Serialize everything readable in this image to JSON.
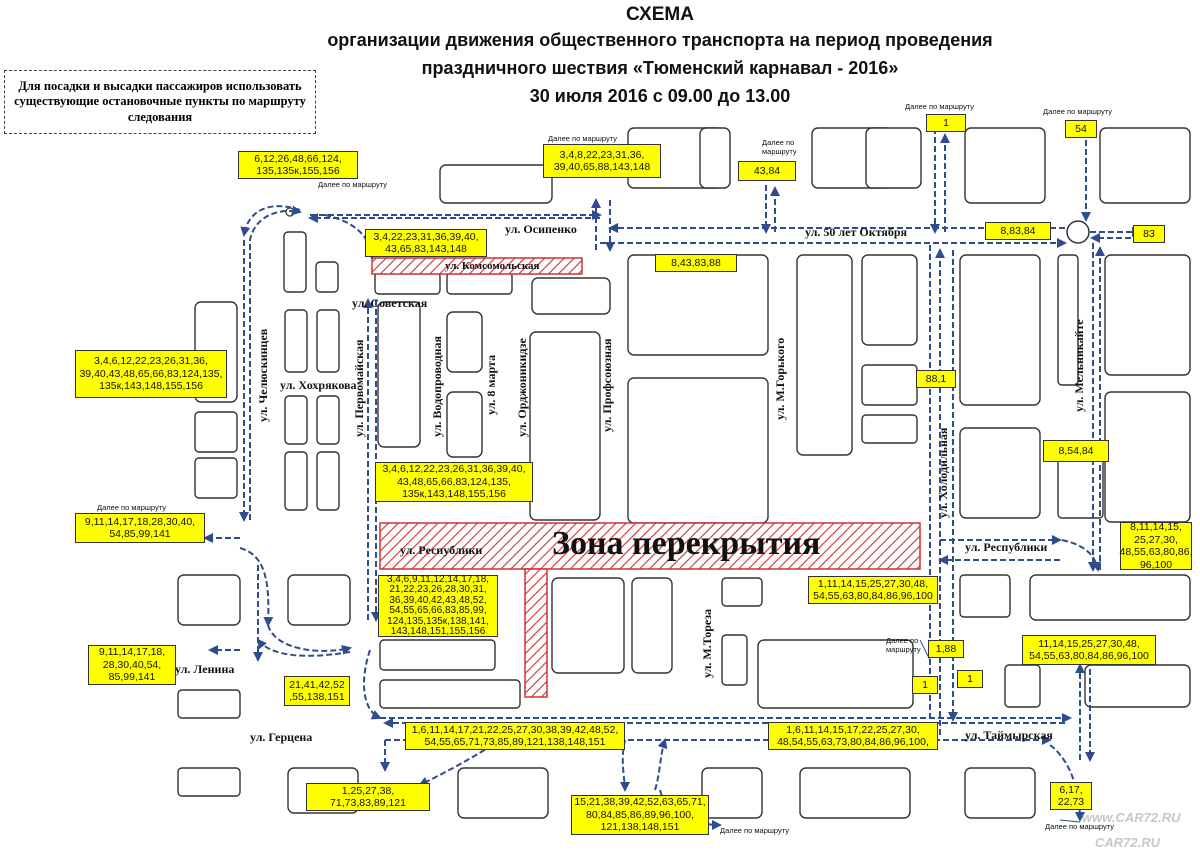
{
  "title": {
    "line1": "СХЕМА",
    "line2": "организации движения общественного транспорта на период проведения",
    "line3": "праздничного шествия «Тюменский карнавал - 2016»",
    "line4": "30 июля 2016 с 09.00 до 13.00"
  },
  "note": "Для посадки и высадки пассажиров использовать существующие остановочные пункты по маршруту следования",
  "further_label": "Далее по маршруту",
  "further_label_split": "Далее по\nмаршруту",
  "zone_label": "Зона перекрытия",
  "streets": {
    "osipenko": "ул. Осипенко",
    "let50": "ул. 50 лет Октября",
    "komsomolskaya": "ул. Комсомольская",
    "sovetskaya": "ул. Советская",
    "hohryakova": "ул. Хохрякова",
    "chelyuskintsev": "ул. Челюскинцев",
    "pervomayskaya": "ул. Первомайская",
    "vodoprovodnaya": "ул. Водопроводная",
    "march8": "ул. 8 марта",
    "ordzhonikidze": "ул. Орджоникидзе",
    "profsoyuznaya": "ул. Профсоюзная",
    "gorkogo": "ул. М.Горького",
    "holodilnaya": "ул. Холодильная",
    "melnikayte": "ул. Мельникайте",
    "respubliki": "ул. Республики",
    "respubliki_east": "ул. Республики",
    "lenina": "ул. Ленина",
    "gertsena": "ул. Герцена",
    "toreza": "ул. М.Тореза",
    "taymyrskaya": "ул. Таймырская"
  },
  "route_labels": {
    "nw_top": "6,12,26,48,66,124,\n135,135к,155,156",
    "osipenko_top": "3,4,8,22,23,31,36,\n39,40,65,88,143,148",
    "r4384": "43,84",
    "r1": "1",
    "r54": "54",
    "sovetskaya": "3,4,22,23,31,36,39,40,\n43,65,83,143,148",
    "r8438388": "8,43,83,88",
    "r88384": "8,83,84",
    "r83": "83",
    "chelyuskintsev_left": "3,4,6,12,22,23,26,31,36,\n39,40,43,48,65,66,83,124,135,\n135к,143,148,155,156",
    "r881": "88,1",
    "r85484": "8,54,84",
    "pervomayskaya": "3,4,6,12,22,23,26,31,36,39,40,\n43,48,65,66,83,124,135,\n135к,143,148,155,156",
    "left_mid": "9,11,14,17,18,28,30,40,\n54,85,99,141",
    "respubliki_east": "8,11,14,15,\n25,27,30,\n48,55,63,80,86,\n96,100",
    "respubliki_main": "3,4,6,9,11,12,14,17,18,\n21,22,23,26,28,30,31,\n36,39,40,42,43,48,52,\n54,55,65,66,83,85,99,\n124,135,135к,138,141,\n143,148,151,155,156",
    "mid_right": "1,11,14,15,25,27,30,48,\n54,55,63,80,84,86,96,100",
    "r188": "1,88",
    "taymyr_upper": "11,14,15,25,27,30,48,\n54,55,63,80,84,86,96,100",
    "r1a": "1",
    "r1b": "1",
    "lenina_left": "9,11,14,17,18,\n28,30,40,54,\n85,99,141",
    "gertsena_box": "21,41,42,52\n,55,138,151",
    "bottom_center": "1,6,11,14,17,21,22,25,27,30,38,39,42,48,52,\n54,55,65,71,73,85,89,121,138,148,151",
    "bottom_right": "1,6,11,14,15,17,22,25,27,30,\n48,54,55,63,73,80,84,86,96,100,",
    "bottom_left": "1,25,27,38,\n71,73,83,89,121",
    "bottom_mid": "15,21,38,39,42,52,63,65,71,\n80,84,85,86,89,96,100,\n121,138,148,151",
    "r61722": "6,17,\n22,73"
  },
  "watermarks": {
    "a": "www.CAR72.RU",
    "b": "CAR72.RU"
  },
  "colors": {
    "route_arrow": "#2f4c8f",
    "label_fill": "#ffff00",
    "closure_hatch": "#cc3333",
    "block_outline": "#333333"
  }
}
